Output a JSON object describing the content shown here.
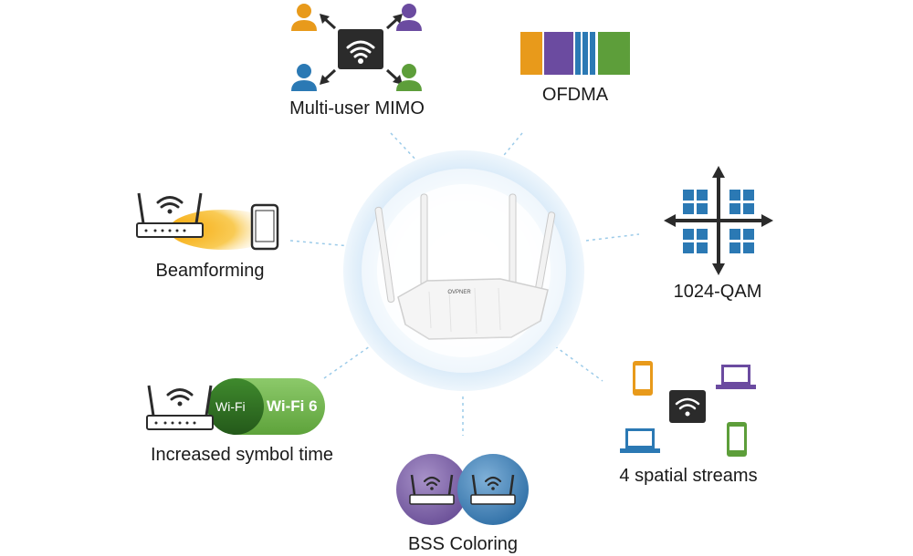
{
  "features": {
    "mu_mimo": {
      "label": "Multi-user MIMO"
    },
    "ofdma": {
      "label": "OFDMA"
    },
    "beamforming": {
      "label": "Beamforming"
    },
    "qam": {
      "label": "1024-QAM"
    },
    "symbol_time": {
      "label": "Increased symbol time",
      "old_badge": "Wi-Fi",
      "new_badge": "Wi-Fi 6"
    },
    "spatial_streams": {
      "label": "4 spatial streams"
    },
    "bss_coloring": {
      "label": "BSS Coloring"
    }
  },
  "center": {
    "brand": "OVPNER"
  },
  "colors": {
    "orange": "#e89a1b",
    "purple": "#6b4ba0",
    "blue": "#2b79b4",
    "green": "#5d9e3a",
    "dark_green": "#2e6b22",
    "dark": "#2b2b2b",
    "halo": "#cfe6f7"
  }
}
